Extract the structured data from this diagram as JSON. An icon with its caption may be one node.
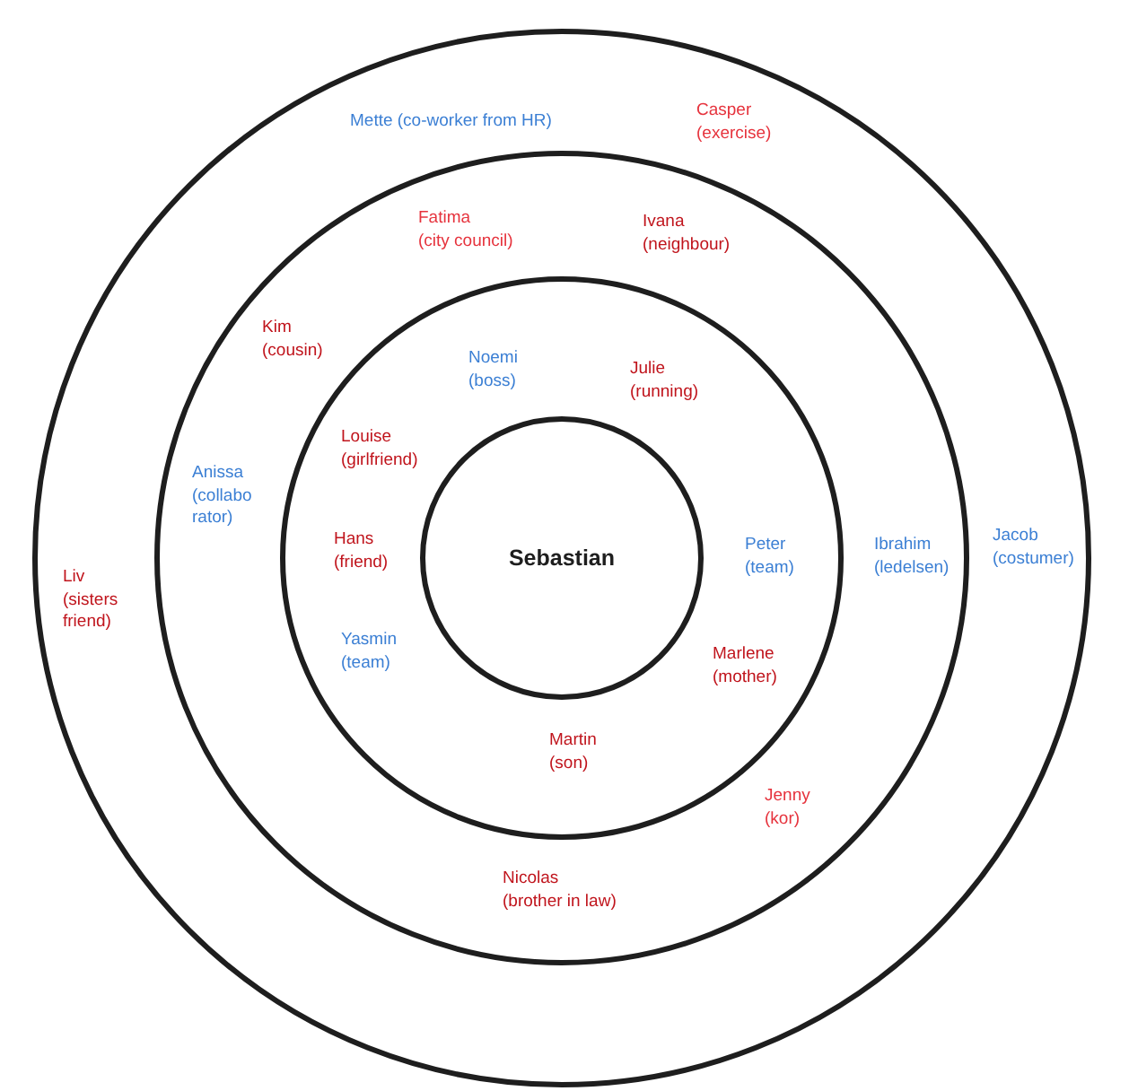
{
  "diagram": {
    "nodes": [
      {
        "text": [],
        "shape": "circle"
      },
      {
        "text": [],
        "shape": "circle",
        "in": 0
      },
      {
        "text": [],
        "shape": "circle",
        "in": 1
      },
      {
        "text": [
          "Sebastian"
        ],
        "in": 2
      }
    ],
    "labels": [
      "Mette (co-worker from HR)",
      "Casper (exercise)",
      "Fatima (city council)",
      "Ivana (neighbour)",
      "Kim (cousin)",
      "Noemi (boss)",
      "Julie (running)",
      "Louise (girlfriend)",
      "Anissa (collabo rator)",
      "Liv (sisters friend)",
      "Hans (friend)",
      "Peter (team)",
      "Ibrahim (ledelsen)",
      "Jacob (costumer)",
      "Yasmin (team)",
      "Marlene (mother)",
      "Martin (son)",
      "Jenny (kor)",
      "Nicolas (brother in law)"
    ]
  }
}
